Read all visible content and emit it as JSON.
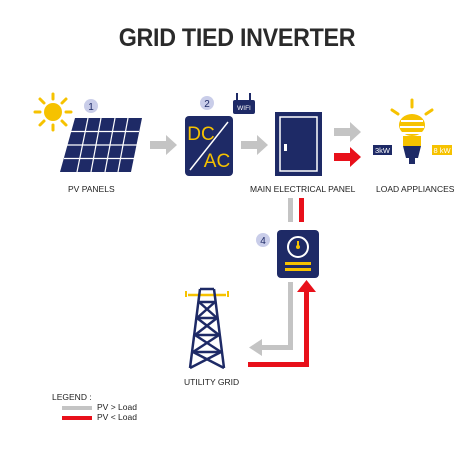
{
  "title": "GRID TIED INVERTER",
  "steps": [
    "1",
    "2",
    "4"
  ],
  "labels": {
    "pv_panels": "PV PANELS",
    "main_panel": "MAIN ELECTRICAL PANEL",
    "load_appliances": "LOAD APPLIANCES",
    "utility_grid": "UTILITY GRID"
  },
  "inverter": {
    "top": "DC",
    "bottom": "AC"
  },
  "wifi": "WIFI",
  "loads": {
    "left": "3kW",
    "right": "8 kW"
  },
  "legend": {
    "title": "LEGEND :",
    "items": [
      {
        "text": "PV > Load",
        "color": "#c4c4c4"
      },
      {
        "text": "PV < Load",
        "color": "#e8101a"
      }
    ]
  },
  "colors": {
    "navy": "#1e2a66",
    "gray_arrow": "#c4c4c4",
    "red_arrow": "#e8101a",
    "yellow": "#f6c200",
    "step_badge": "#c9cde9"
  },
  "icons": [
    "sun-icon",
    "solar-panel-icon",
    "inverter-icon",
    "wifi-router-icon",
    "door-panel-icon",
    "bulb-icon",
    "meter-icon",
    "transmission-tower-icon"
  ]
}
